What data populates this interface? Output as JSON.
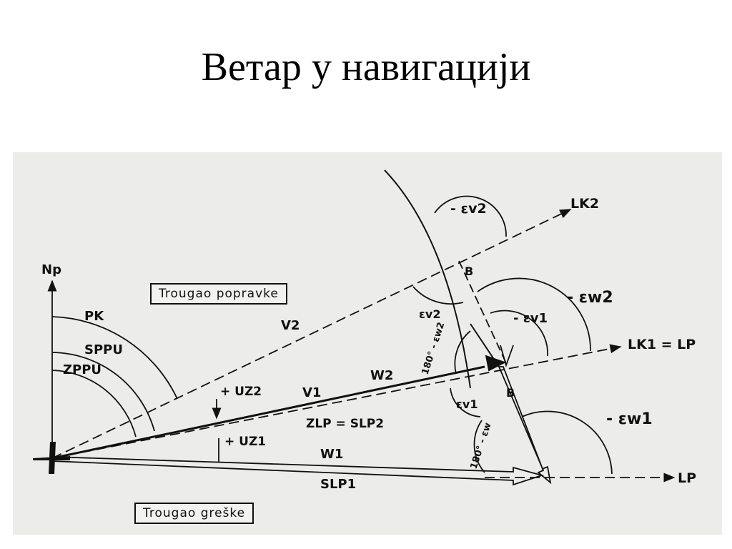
{
  "slide": {
    "title": "Ветар у навигацији"
  },
  "diagram": {
    "box_labels": {
      "triangle_correction": "Trougao popravke",
      "triangle_error": "Trougao greške"
    },
    "labels": {
      "np": "Np",
      "pk": "PK",
      "sppu": "SPPU",
      "zppu": "ZPPU",
      "v2": "V2",
      "v1": "V1",
      "w2": "W2",
      "w1": "W1",
      "uz2": "+ UZ2",
      "uz1": "+ UZ1",
      "zlp_slp2": "ZLP = SLP2",
      "slp1": "SLP1",
      "lk2": "LK2",
      "lk1_lp": "LK1 = LP",
      "lp": "LP",
      "b_top": "B",
      "b_bottom": "B",
      "ev2_top": "- εv2",
      "ev2_inner": "εv2",
      "ev1": "- εv1",
      "ew2": "- εw2",
      "ev1_lower": "εv1",
      "ew1": "- εw1",
      "a180_ew2": "180° - εw2",
      "a180_ew": "180° - εw"
    }
  }
}
